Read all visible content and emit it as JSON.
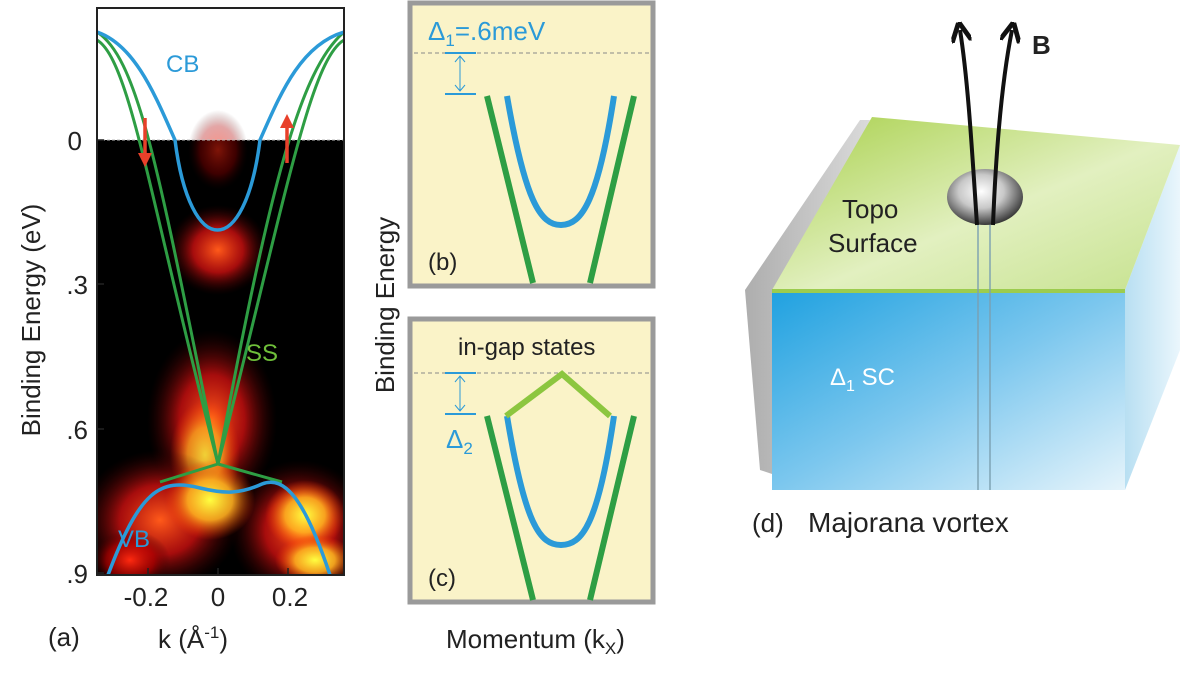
{
  "panel_a": {
    "tag": "(a)",
    "ylabel": "Binding Energy (eV)",
    "xlabel_main": "k (Å",
    "xlabel_sup": "-1",
    "xlabel_close": ")",
    "yticks": [
      "0",
      ".3",
      ".6",
      ".9"
    ],
    "xticks": [
      "-0.2",
      "0",
      "0.2"
    ],
    "cb_label": "CB",
    "vb_label": "VB",
    "ss_label": "SS"
  },
  "panel_b": {
    "tag": "(b)",
    "delta_symbol": "Δ",
    "delta_sub": "1",
    "delta_value": "=.6meV"
  },
  "panel_c": {
    "tag": "(c)",
    "title": "in-gap states",
    "delta_symbol": "Δ",
    "delta_sub": "2"
  },
  "shared_bc": {
    "ylabel": "Binding Energy",
    "xlabel_main": "Momentum (k",
    "xlabel_sub": "X",
    "xlabel_close": ")"
  },
  "panel_d": {
    "tag": "(d)",
    "caption": "Majorana vortex",
    "field_label": "B",
    "surface_line1": "Topo",
    "surface_line2": "Surface",
    "bulk_delta": "Δ",
    "bulk_sub": "1",
    "bulk_rest": " SC"
  },
  "colors": {
    "band_blue": "#2b9ad8",
    "surface_green": "#2e9e44",
    "spin_red": "#e8402a",
    "panel_bg": "#faf3c8",
    "panel_border": "#9a9a9a",
    "ingap_green": "#8cc63f"
  }
}
